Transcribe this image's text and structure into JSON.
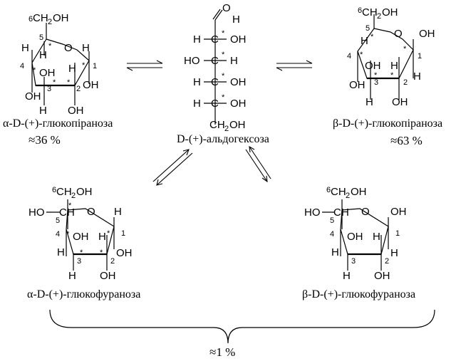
{
  "labels": {
    "alpha_pyranose_name": "α-D-(+)-глюкопіраноза",
    "alpha_pyranose_pct": "≈36 %",
    "aldehyde_name": "D-(+)-альдогексоза",
    "beta_pyranose_name": "β-D-(+)-глюкопіраноза",
    "beta_pyranose_pct": "≈63 %",
    "alpha_furanose_name": "α-D-(+)-глюкофураноза",
    "beta_furanose_name": "β-D-(+)-глюкофураноза",
    "furanose_total_pct": "≈1 %"
  },
  "atoms": {
    "h": "H",
    "oh": "OH",
    "ho": "HO",
    "o": "O",
    "ch2oh": "CH",
    "ch2oh_tail": "OH",
    "ch2oh_sub": "2",
    "c": "C",
    "star": "*"
  },
  "numbers": {
    "n1": "1",
    "n2": "2",
    "n3": "3",
    "n4": "4",
    "n5": "5",
    "n6": "6"
  }
}
